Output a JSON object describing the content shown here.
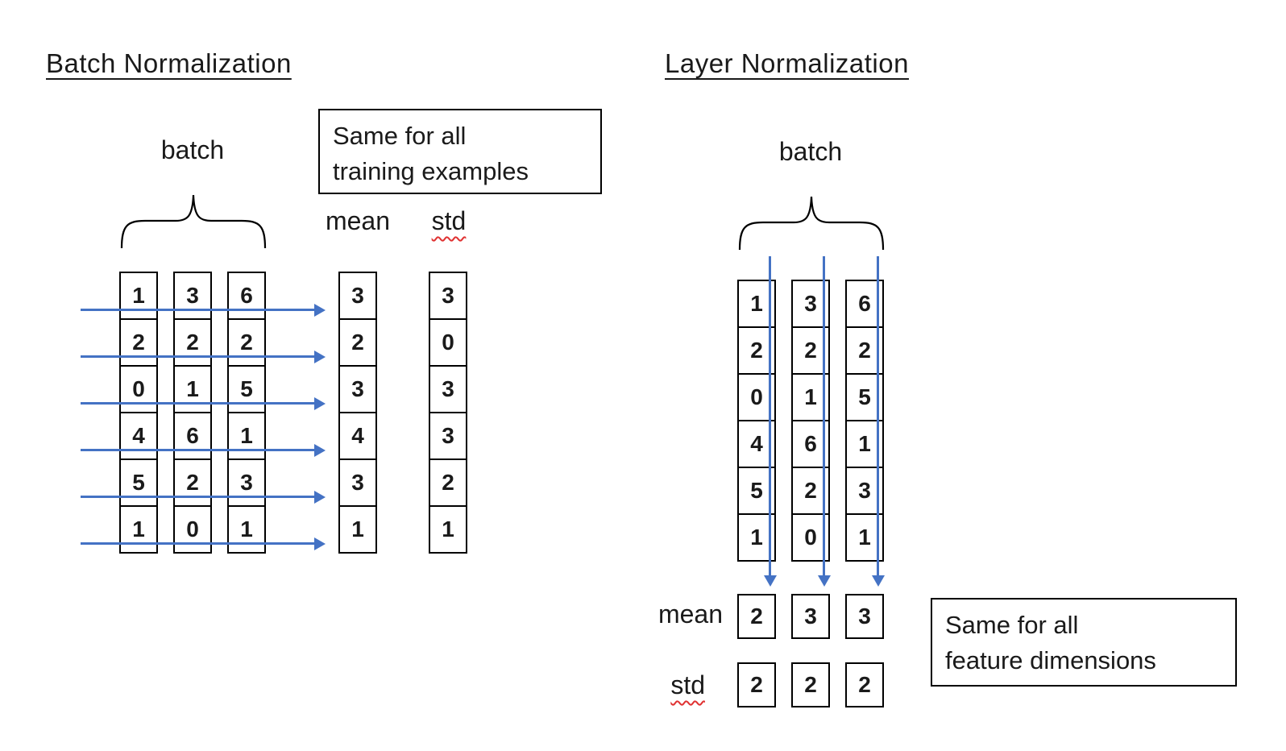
{
  "colors": {
    "arrow": "#4472c4",
    "squiggle": "#e03131",
    "border": "#000000"
  },
  "left": {
    "title": "Batch Normalization",
    "batch_label": "batch",
    "note_line1": "Same for all",
    "note_line2": "training examples",
    "mean_label": "mean",
    "std_label": "std",
    "matrix_columns": [
      [
        1,
        2,
        0,
        4,
        5,
        1
      ],
      [
        3,
        2,
        1,
        6,
        2,
        0
      ],
      [
        6,
        2,
        5,
        1,
        3,
        1
      ]
    ],
    "mean_values": [
      3,
      2,
      3,
      4,
      3,
      1
    ],
    "std_values": [
      3,
      0,
      3,
      3,
      2,
      1
    ]
  },
  "right": {
    "title": "Layer Normalization",
    "batch_label": "batch",
    "note_line1": "Same for all",
    "note_line2": "feature dimensions",
    "mean_label": "mean",
    "std_label": "std",
    "matrix_columns": [
      [
        1,
        2,
        0,
        4,
        5,
        1
      ],
      [
        3,
        2,
        1,
        6,
        2,
        0
      ],
      [
        6,
        2,
        5,
        1,
        3,
        1
      ]
    ],
    "mean_values": [
      2,
      3,
      3
    ],
    "std_values": [
      2,
      2,
      2
    ]
  }
}
